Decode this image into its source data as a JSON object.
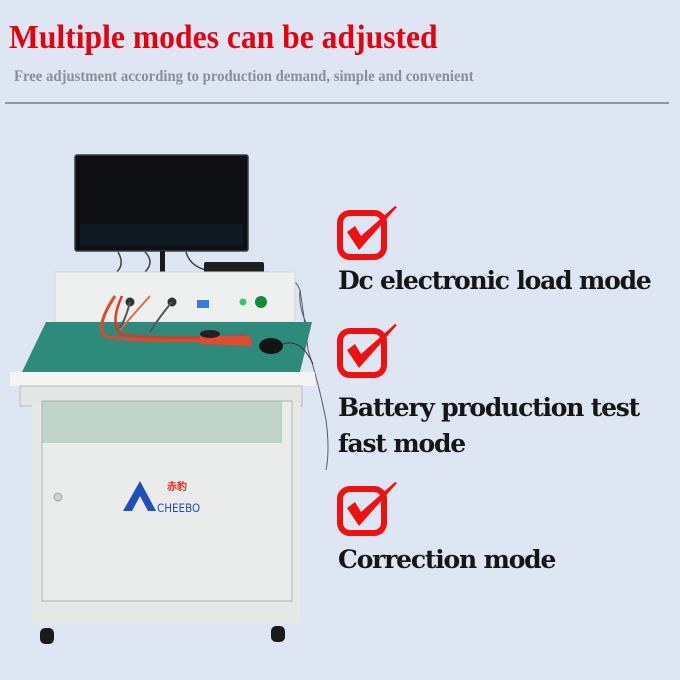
{
  "header": {
    "title": "Multiple modes can be adjusted",
    "subtitle": "Free adjustment according to production demand, simple and convenient"
  },
  "colors": {
    "background": "#dde6f2",
    "title": "#e8000e",
    "subtitle": "#8a8f98",
    "divider": "#8d96a3",
    "check_icon": "#f01010",
    "feature_text": "#151515",
    "bench_mat": "#2e8a7a",
    "cabinet": "#e6e9e6",
    "brand_blue": "#1f4fbf",
    "brand_red": "#e52a20"
  },
  "features": [
    {
      "icon": "checkbox-checked-icon",
      "lines": [
        "Dc electronic load mode"
      ]
    },
    {
      "icon": "checkbox-checked-icon",
      "lines": [
        "Battery production test",
        "fast mode"
      ]
    },
    {
      "icon": "checkbox-checked-icon",
      "lines": [
        "Correction mode"
      ]
    }
  ],
  "product_image": {
    "brand_logo_text": "CHEEBO",
    "brand_logo_cn": "赤豹"
  }
}
